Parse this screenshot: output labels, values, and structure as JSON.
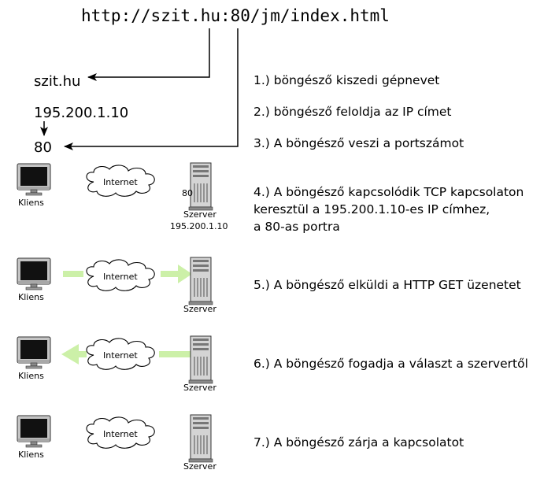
{
  "url": "http://szit.hu:80/jm/index.html",
  "host": "szit.hu",
  "ip": "195.200.1.10",
  "port": "80",
  "steps": {
    "s1": "1.) böngésző kiszedi gépnevet",
    "s2": "2.) böngésző feloldja az IP címet",
    "s3": "3.) A böngésző veszi a portszámot",
    "s4_line1": "4.) A böngésző kapcsolódik TCP kapcsolaton",
    "s4_line2": "keresztül a 195.200.1.10-es IP címhez,",
    "s4_line3": "a 80-as portra",
    "s5": "5.) A böngésző elküldi a HTTP GET üzenetet",
    "s6": "6.) A böngésző fogadja a választ a szervertől",
    "s7": "7.) A böngésző zárja a kapcsolatot"
  },
  "labels": {
    "client": "Kliens",
    "internet": "Internet",
    "server": "Szerver",
    "server_port": "80",
    "server_ip": "195.200.1.10"
  },
  "colors": {
    "arrow_green": "#ccf0a8"
  }
}
